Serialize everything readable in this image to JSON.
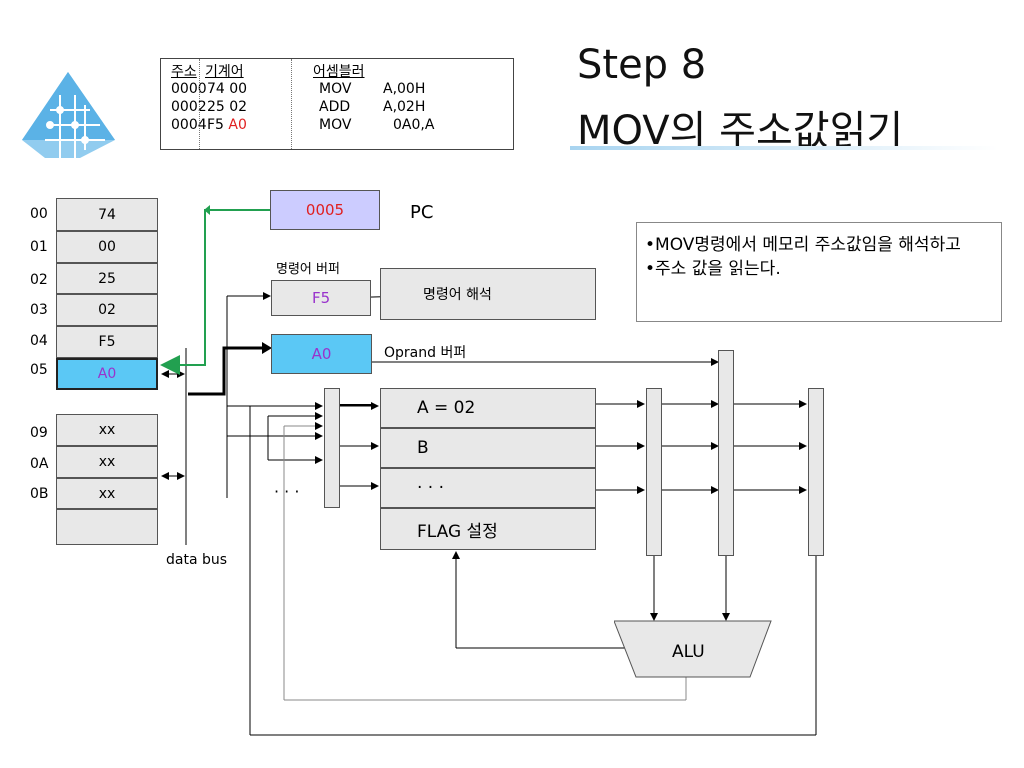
{
  "title": {
    "line1": "Step 8",
    "line2": "MOV의 주소값읽기"
  },
  "asm_table": {
    "headers": [
      "주소",
      "기계어",
      "어셈블러"
    ],
    "rows": [
      {
        "addr": "0000",
        "code": "74 00",
        "code_red": "",
        "mnem": "MOV",
        "operand": "A,00H"
      },
      {
        "addr": "0002",
        "code": "25 02",
        "code_red": "",
        "mnem": "ADD",
        "operand": "A,02H"
      },
      {
        "addr": "0004",
        "code": "F5 ",
        "code_red": "A0",
        "mnem": "MOV",
        "operand": "0A0,A"
      }
    ]
  },
  "memory_top": [
    {
      "addr": "00",
      "value": "74"
    },
    {
      "addr": "01",
      "value": "00"
    },
    {
      "addr": "02",
      "value": "25"
    },
    {
      "addr": "03",
      "value": "02"
    },
    {
      "addr": "04",
      "value": "F5"
    },
    {
      "addr": "05",
      "value": "A0"
    }
  ],
  "memory_bottom": [
    {
      "addr": "09",
      "value": "xx"
    },
    {
      "addr": "0A",
      "value": "xx"
    },
    {
      "addr": "0B",
      "value": "xx"
    },
    {
      "addr": "",
      "value": ""
    }
  ],
  "pc": {
    "value": "0005",
    "label": "PC"
  },
  "instr_buffer": {
    "label": "명령어 버퍼",
    "value": "F5"
  },
  "decode": {
    "label": "명령어 해석"
  },
  "operand_buffer": {
    "value": "A0",
    "label": "Oprand 버퍼"
  },
  "registers": {
    "a": "A = 02",
    "b": "B",
    "dots": "· · ·",
    "flag": "FLAG 설정"
  },
  "dots_left": "· · ·",
  "data_bus": "data bus",
  "alu": "ALU",
  "notes": [
    "•MOV명령에서 메모리 주소값임을 해석하고",
    "•주소 값을 읽는다."
  ],
  "colors": {
    "highlight_blue": "#5bc8f5",
    "pc_fill": "#ccccff",
    "green_arrow": "#22a050",
    "red": "#e02020",
    "purple": "#9933cc"
  }
}
